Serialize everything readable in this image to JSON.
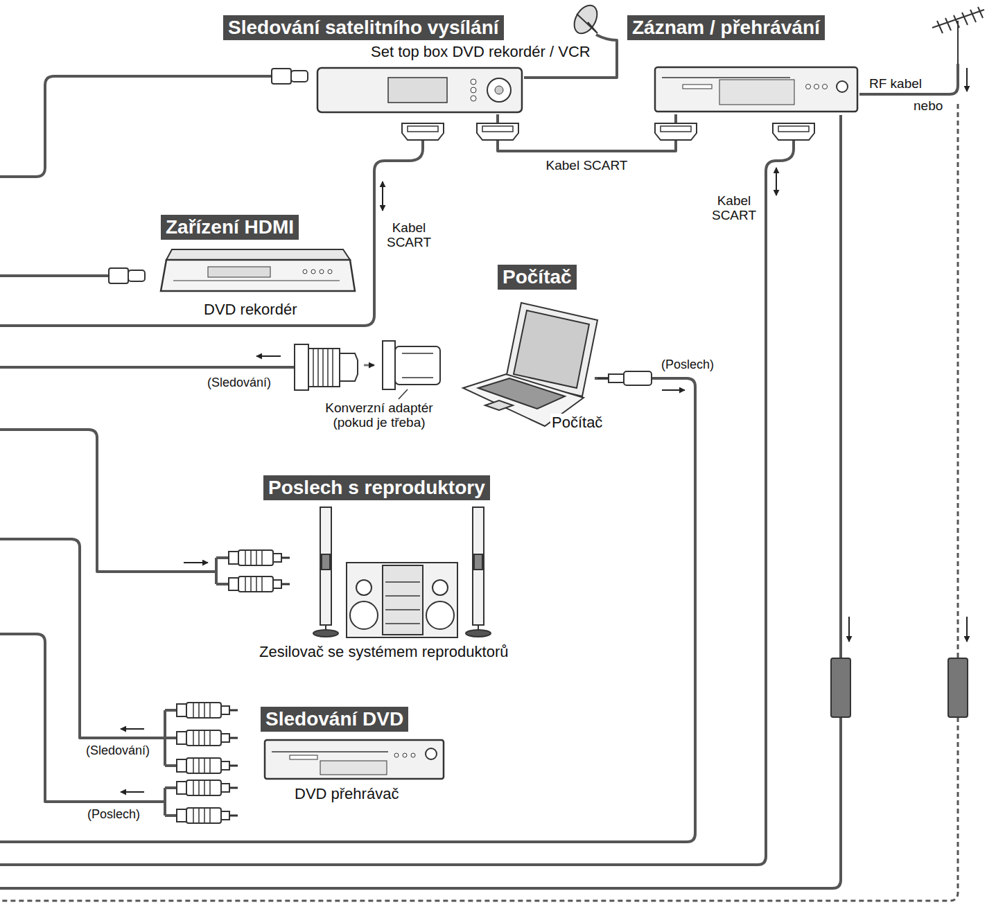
{
  "diagram": {
    "nodes": [
      {
        "text": [
          "Sledování satelitního vysílání",
          "Set top box DVD rekordér / VCR"
        ]
      },
      {
        "text": [
          "Záznam / přehrávání"
        ]
      },
      {
        "text": [
          "Zařízení HDMI",
          "DVD rekordér"
        ]
      },
      {
        "text": [
          "Počítač",
          "Počítač"
        ]
      },
      {
        "text": [
          "Poslech s reproduktory",
          "Zesilovač se systémem reproduktorů"
        ]
      },
      {
        "text": [
          "Sledování DVD",
          "DVD přehrávač"
        ]
      }
    ],
    "edges": [
      {
        "from": 0,
        "to": 1,
        "label": "Kabel SCART",
        "arrow": "none"
      }
    ],
    "labels": [
      "RF kabel",
      "nebo",
      "Kabel SCART",
      "Kabel SCART",
      "(Sledování)",
      "Konverzní adaptér (pokud je třeba)",
      "(Poslech)",
      "(Sledování)",
      "(Poslech)"
    ]
  }
}
